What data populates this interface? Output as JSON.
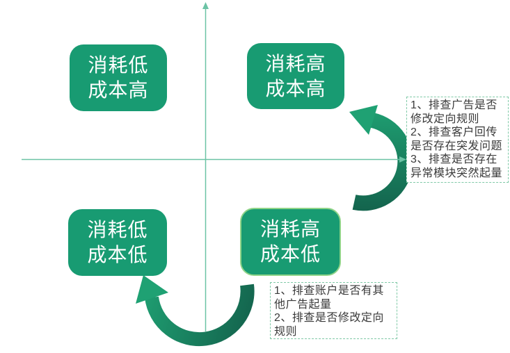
{
  "colors": {
    "box-green": "#189b72",
    "box-border-light": "#8fd488",
    "axis-green": "#6bc3a5",
    "dash-border": "#7fc9a6",
    "arrow-head-green": "#1fa173",
    "arrow-tail-green": "#14654e",
    "note-text": "#3a3a3a",
    "box-text": "#ffffff"
  },
  "quadrants": {
    "top_left": {
      "line1": "消耗低",
      "line2": "成本高"
    },
    "top_right": {
      "line1": "消耗高",
      "line2": "成本高"
    },
    "bottom_left": {
      "line1": "消耗低",
      "line2": "成本低"
    },
    "bottom_right": {
      "line1": "消耗高",
      "line2": "成本低"
    }
  },
  "notes": {
    "right": {
      "lines": [
        "1、排查广告是否",
        "修改定向规则",
        "2、排查客户回传",
        "是否存在突发问题",
        "3、排查是否存在",
        "异常模块突然起量"
      ]
    },
    "bottom": {
      "lines": [
        "1、排查账户是否有其",
        "他广告起量",
        "2、排查是否修改定向",
        "规则"
      ]
    }
  }
}
